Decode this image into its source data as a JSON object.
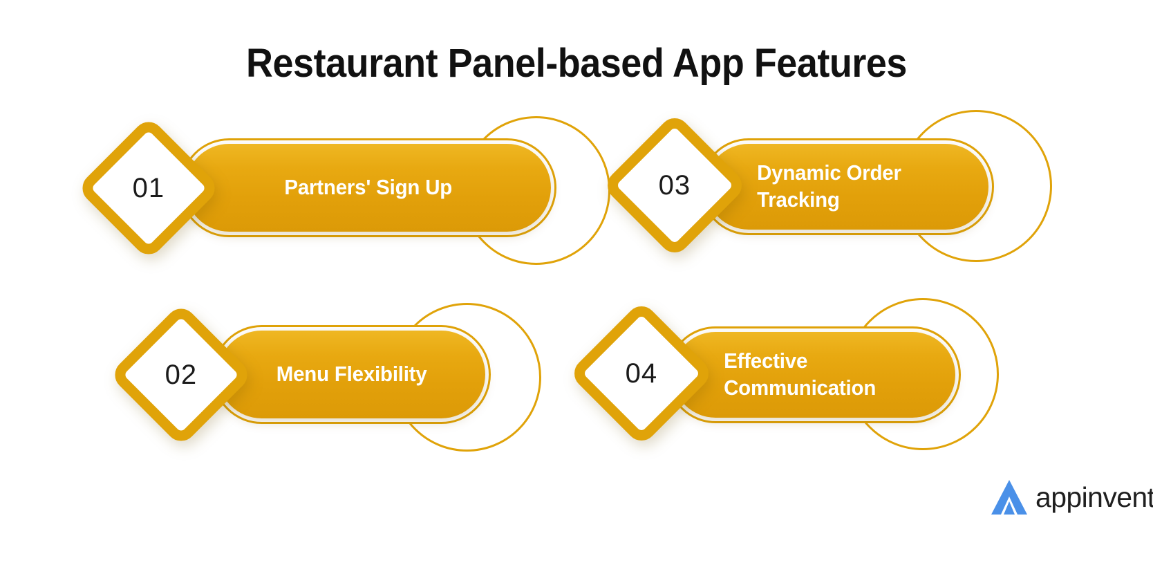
{
  "page": {
    "title": "Restaurant Panel-based App Features",
    "background_color": "#ffffff",
    "accent_color": "#E0A309",
    "fill_gradient_from": "#EFB723",
    "fill_gradient_to": "#DC9A07",
    "text_on_accent_color": "#ffffff",
    "title_color": "#111111"
  },
  "features": [
    {
      "number": "01",
      "label": "Partners' Sign Up",
      "align": "center"
    },
    {
      "number": "02",
      "label": "Menu Flexibility",
      "align": "center"
    },
    {
      "number": "03",
      "label": "Dynamic Order\nTracking",
      "align": "left"
    },
    {
      "number": "04",
      "label": "Effective\nCommunication",
      "align": "left"
    }
  ],
  "branding": {
    "name": "appinventiv",
    "mark_color": "#4a90e8",
    "text_color": "#1f1f1f"
  }
}
